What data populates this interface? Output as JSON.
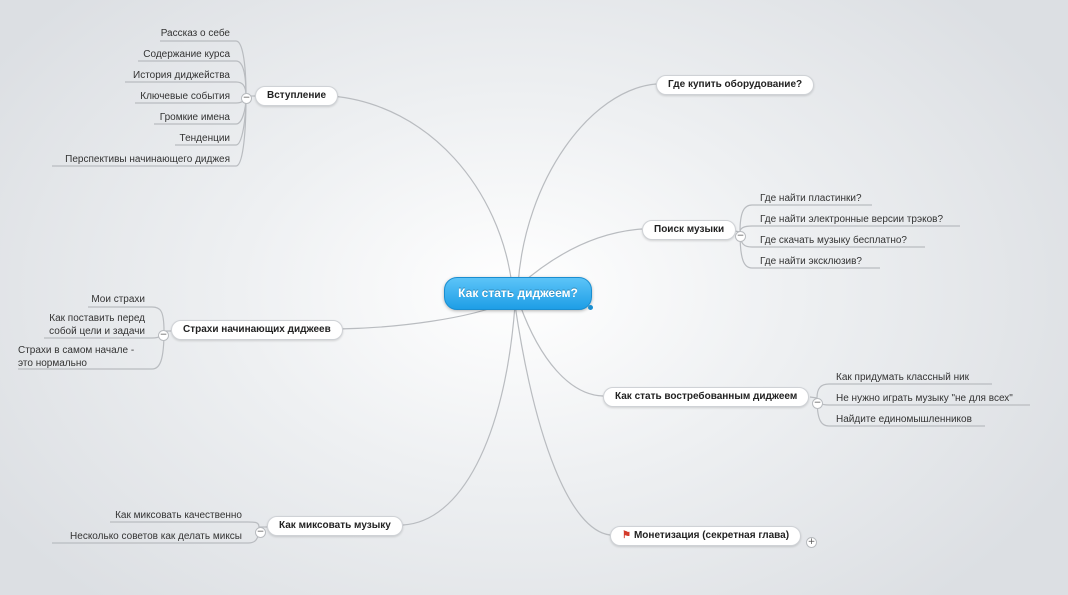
{
  "central": "Как стать диджеем?",
  "topics": {
    "intro": {
      "label": "Вступление",
      "items": [
        "Рассказ о себе",
        "Содержание курса",
        "История диджейства",
        "Ключевые события",
        "Громкие имена",
        "Тенденции",
        "Перспективы начинающего диджея"
      ]
    },
    "fears": {
      "label": "Страхи начинающих диджеев",
      "items": [
        "Мои страхи",
        "Как поставить перед собой цели и задачи",
        "Страхи в самом начале - это нормально"
      ]
    },
    "mixing": {
      "label": "Как миксовать музыку",
      "items": [
        "Как миксовать качественно",
        "Несколько советов как делать миксы"
      ]
    },
    "equipment": {
      "label": "Где купить оборудование?"
    },
    "music": {
      "label": "Поиск музыки",
      "items": [
        "Где найти пластинки?",
        "Где найти электронные версии трэков?",
        "Где скачать музыку бесплатно?",
        "Где найти эксклюзив?"
      ]
    },
    "demand": {
      "label": "Как стать востребованным диджеем",
      "items": [
        "Как придумать классный ник",
        "Не нужно играть музыку \"не для всех\"",
        "Найдите единомышленников"
      ]
    },
    "monetization": {
      "label": "Монетизация (секретная глава)",
      "icon": "red-flag-icon"
    }
  },
  "toggles": {
    "collapse": "−",
    "expand": "+"
  }
}
